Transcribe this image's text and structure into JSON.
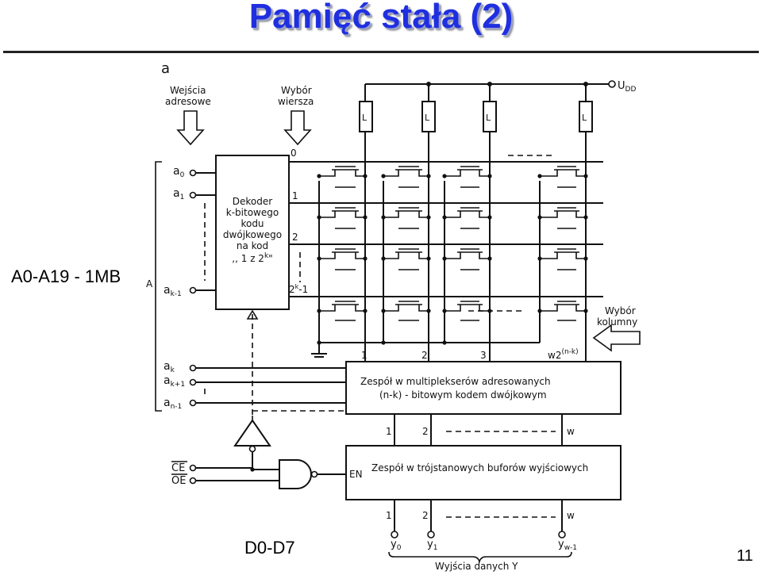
{
  "slide": {
    "title": "Pamięć stała (2)",
    "side_label": "A0-A19 - 1MB",
    "bottom_label": "D0-D7",
    "page_number": "11"
  },
  "diagram": {
    "panel_letter": "a",
    "address_inputs_label_line1": "Wejścia",
    "address_inputs_label_line2": "adresowe",
    "row_select_label_line1": "Wybór",
    "row_select_label_line2": "wiersza",
    "column_select_label_line1": "Wybór",
    "column_select_label_line2": "kolumny",
    "supply_label": "U",
    "supply_sub": "DD",
    "load_label": "L",
    "decoder_lines": [
      "Dekoder",
      "k-bitowego",
      "kodu",
      "dwójkowego",
      "na kod",
      ",, 1 z 2",
      "k",
      "\""
    ],
    "address_group_label": "A",
    "addr_a0": "a",
    "addr_a0_sub": "0",
    "addr_a1": "a",
    "addr_a1_sub": "1",
    "addr_ak1": "a",
    "addr_ak1_sub": "k-1",
    "addr_ak": "a",
    "addr_ak_sub": "k",
    "addr_ak_1": "a",
    "addr_ak_1_sub": "k+1",
    "addr_an1": "a",
    "addr_an1_sub": "n-1",
    "row_0": "0",
    "row_1": "1",
    "row_2": "2",
    "row_last": "2",
    "row_last_sup": "k",
    "row_last_tail": "-1",
    "col_1": "1",
    "col_2": "2",
    "col_3": "3",
    "col_last": "w2",
    "col_last_sup": "(n-k)",
    "mux_line1": "Zespół  w  multiplekserów  adresowanych",
    "mux_line2": "(n-k) - bitowym  kodem  dwójkowym",
    "mux_out_1": "1",
    "mux_out_2": "2",
    "mux_out_w": "w",
    "ce_label": "CE",
    "oe_label": "OE",
    "en_label": "EN",
    "buffer_label": "Zespół  w  trójstanowych  buforów  wyjściowych",
    "buf_out_1": "1",
    "buf_out_2": "2",
    "buf_out_w": "w",
    "y0": "y",
    "y0_sub": "0",
    "y1": "y",
    "y1_sub": "1",
    "yw1": "y",
    "yw1_sub": "w-1",
    "outputs_label": "Wyjścia  danych  Y"
  }
}
